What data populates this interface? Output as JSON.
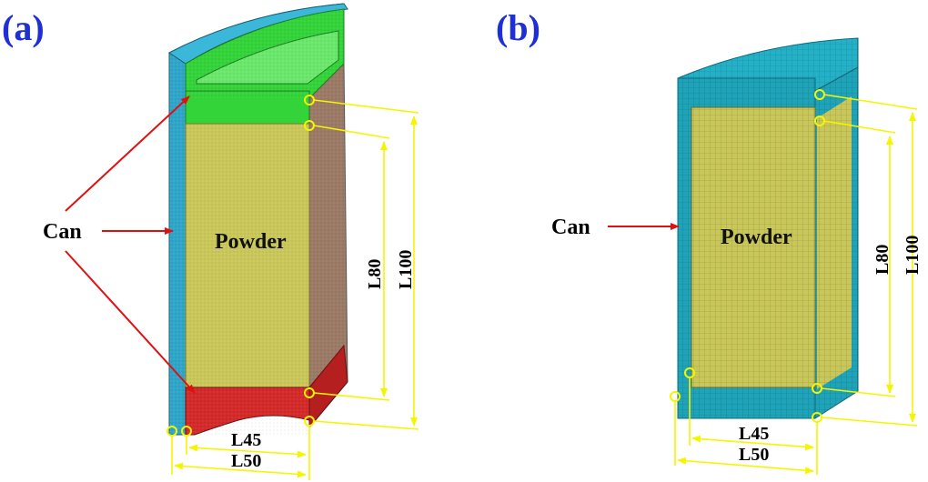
{
  "colors": {
    "label_blue": "#1e2fd6",
    "can_blue": "#2fa6c9",
    "mesh_teal": "#1fa3b8",
    "powder_yellow": "#c9c75a",
    "cap_green": "#33d43a",
    "bottom_red": "#d42a2a",
    "side_brown": "#9b7a66",
    "dim_yellow": "#f5f500",
    "arrow_red": "#e01010"
  },
  "panel_a": {
    "label": "(a)",
    "can_label": "Can",
    "powder_label": "Powder",
    "dims": {
      "l80": "L80",
      "l100": "L100",
      "l45": "L45",
      "l50": "L50"
    }
  },
  "panel_b": {
    "label": "(b)",
    "can_label": "Can",
    "powder_label": "Powder",
    "dims": {
      "l80": "L80",
      "l100": "L100",
      "l45": "L45",
      "l50": "L50"
    }
  }
}
